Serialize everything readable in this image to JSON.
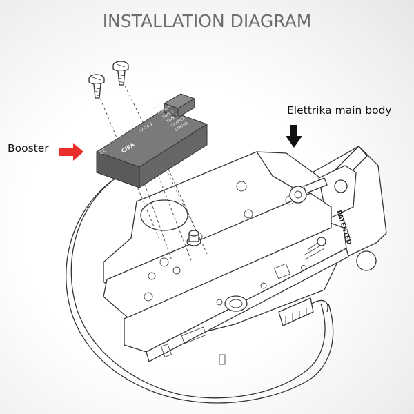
{
  "title": "INSTALLATION DIAGRAM",
  "labels": {
    "booster": "Booster",
    "main_body": "Elettrika main body"
  },
  "booster_text": {
    "brand": "CISA",
    "ce": "CE",
    "voltage": "12-24 V",
    "input": "INPUT",
    "power": "POWER",
    "lines": [
      "TIME 1",
      "TIME 2",
      "CHANGE",
      "STATUS"
    ]
  },
  "stamp": "PATENTED",
  "colors": {
    "title": "#6d6d6d",
    "booster_arrow": "#e8302a",
    "main_arrow": "#111111",
    "booster_box": "#6a6a6a"
  }
}
